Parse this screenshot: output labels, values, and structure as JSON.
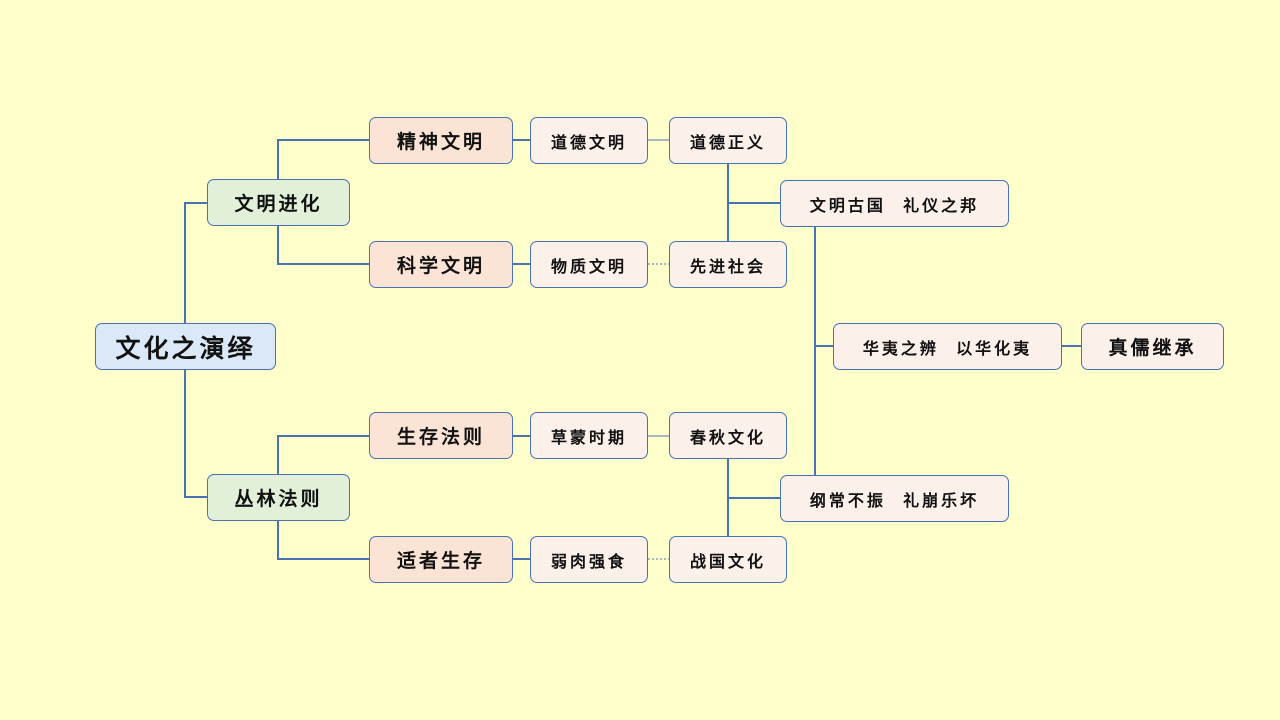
{
  "root": "文化之演绎",
  "branches": {
    "civilization": "文明进化",
    "jungle": "丛林法则"
  },
  "level2": {
    "spiritual": "精神文明",
    "scientific": "科学文明",
    "survival_law": "生存法则",
    "fittest": "适者生存"
  },
  "level3": {
    "moral_civ": "道德文明",
    "material_civ": "物质文明",
    "primitive": "草蒙时期",
    "prey": "弱肉强食"
  },
  "level4": {
    "moral_justice": "道德正义",
    "advanced_society": "先进社会",
    "spring_autumn": "春秋文化",
    "warring_states": "战国文化"
  },
  "outcomes": {
    "ancient_nation": "文明古国  礼仪之邦",
    "decline": "纲常不振  礼崩乐坏",
    "hua_yi": "华夷之辨  以华化夷",
    "true_confucian": "真儒继承"
  },
  "colors": {
    "background": "#ffffcc",
    "line": "#4a72b0",
    "root_fill": "#dae8f7",
    "branch_fill": "#e2efd9",
    "level2_fill": "#fbe4d5",
    "leaf_fill": "#fbf0ea"
  }
}
